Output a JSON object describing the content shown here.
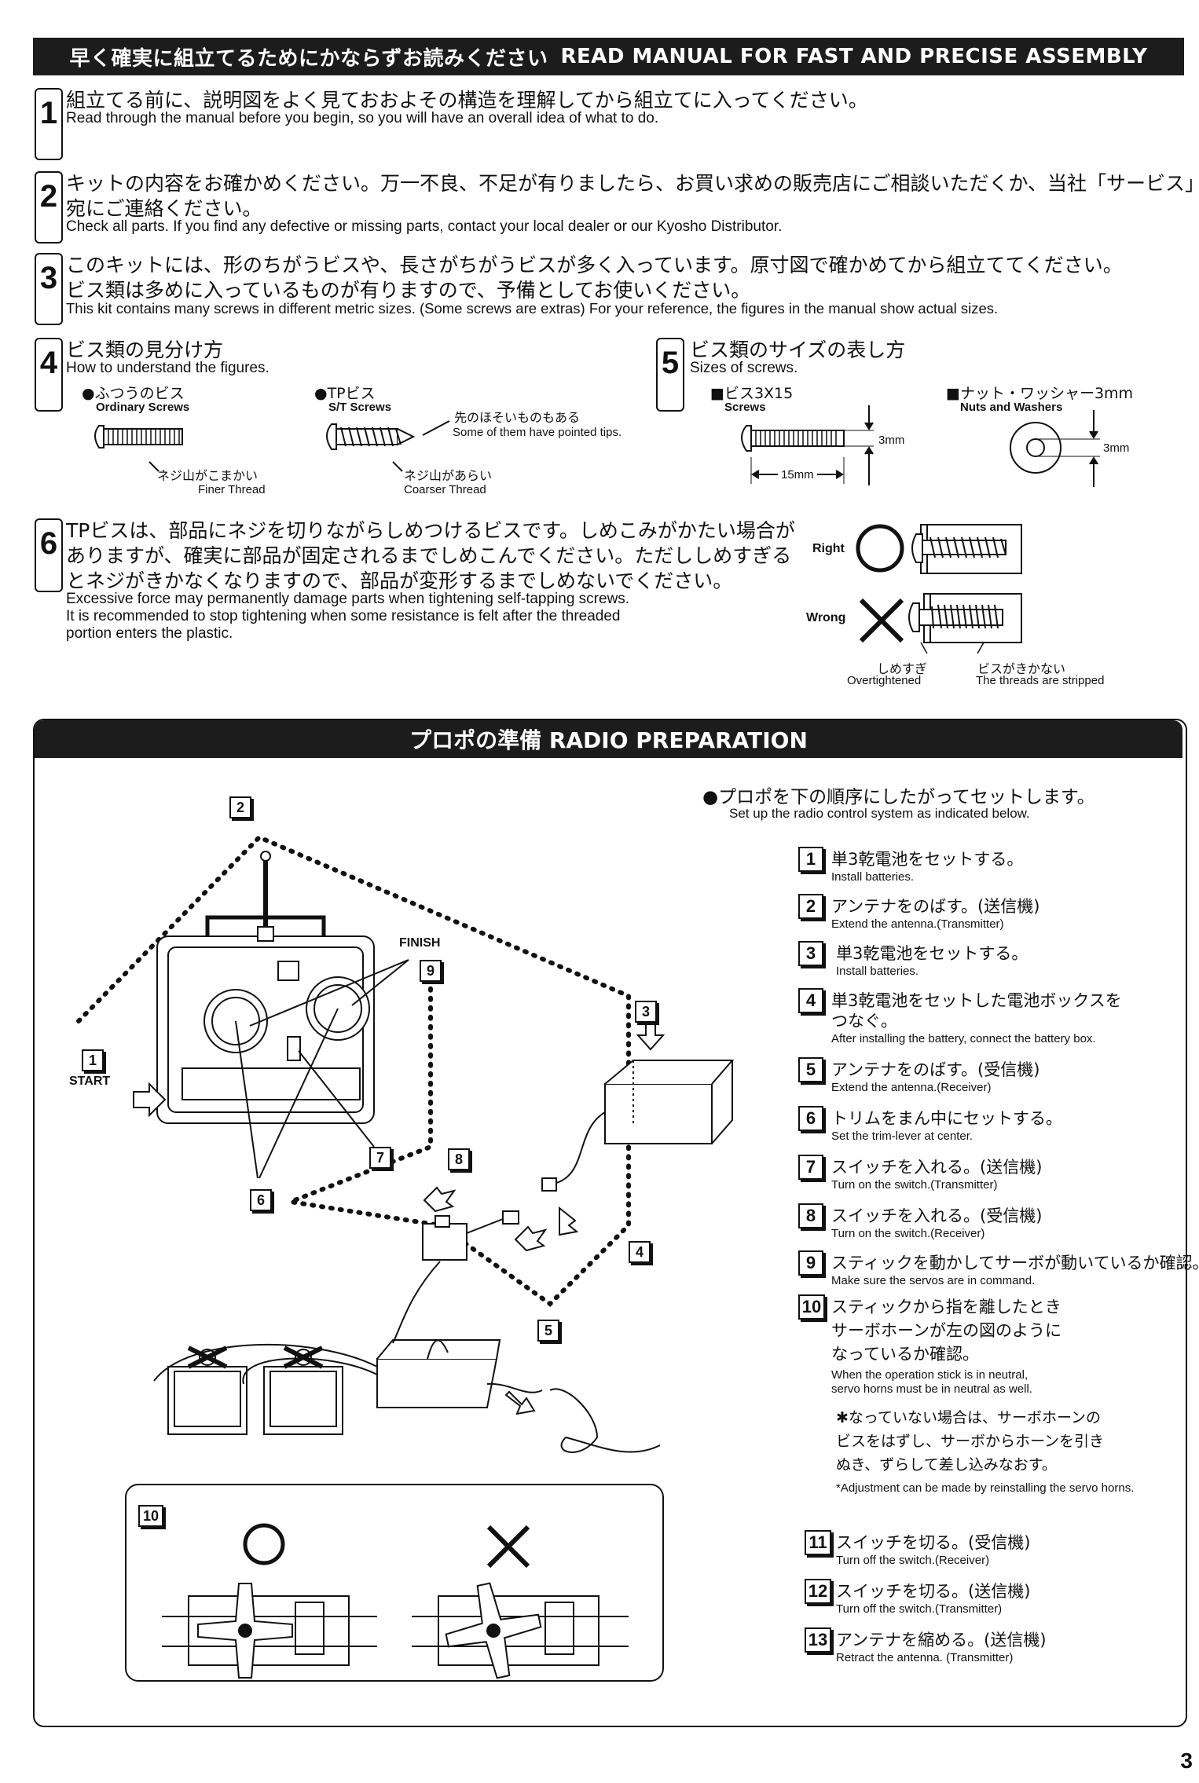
{
  "header": {
    "jp": "早く確実に組立てるためにかならずお読みください",
    "en": "READ MANUAL FOR FAST AND PRECISE ASSEMBLY"
  },
  "intro_items": [
    {
      "num": "1",
      "jp": [
        "組立てる前に、説明図をよく見ておおよその構造を理解してから組立てに入ってください。"
      ],
      "en": [
        "Read through the manual before you begin, so you will have an overall idea of what to do."
      ]
    },
    {
      "num": "2",
      "jp": [
        "キットの内容をお確かめください。万一不良、不足が有りましたら、お買い求めの販売店にご相談いただくか、当社「サービス」",
        "宛にご連絡ください。"
      ],
      "en": [
        "Check all parts. If you find any defective or missing parts, contact your local dealer or our Kyosho Distributor."
      ]
    },
    {
      "num": "3",
      "jp": [
        "このキットには、形のちがうビスや、長さがちがうビスが多く入っています。原寸図で確かめてから組立ててください。",
        "ビス類は多めに入っているものが有りますので、予備としてお使いください。"
      ],
      "en": [
        "This kit contains many screws in different metric sizes. (Some screws are extras) For your reference, the figures in the manual show actual sizes."
      ]
    }
  ],
  "item4": {
    "num": "4",
    "jp": "ビス類の見分け方",
    "en": "How to understand the figures.",
    "ordinary_jp": "●ふつうのビス",
    "ordinary_en": "Ordinary Screws",
    "st_jp": "●TPビス",
    "st_en": "S/T Screws",
    "tip_jp": "先のほそいものもある",
    "tip_en": "Some of them have pointed tips.",
    "fine_jp": "ネジ山がこまかい",
    "fine_en": "Finer Thread",
    "coarse_jp": "ネジ山があらい",
    "coarse_en": "Coarser Thread"
  },
  "item5": {
    "num": "5",
    "jp": "ビス類のサイズの表し方",
    "en": "Sizes of screws.",
    "screw_jp": "■ビス3X15",
    "screw_en": "Screws",
    "nut_jp": "■ナット・ワッシャー3mm",
    "nut_en": "Nuts and Washers",
    "dim_3mm": "3mm",
    "dim_15mm": "15mm",
    "dim_3mm_b": "3mm"
  },
  "item6": {
    "num": "6",
    "jp": [
      "TPビスは、部品にネジを切りながらしめつけるビスです。しめこみがかたい場合が",
      "ありますが、確実に部品が固定されるまでしめこんでください。ただししめすぎる",
      "とネジがきかなくなりますので、部品が変形するまでしめないでください。"
    ],
    "en": [
      "Excessive force may permanently damage parts  when tightening self-tapping screws.",
      "It is recommended to stop tightening when some resistance is felt after the threaded",
      "portion enters the plastic."
    ],
    "right": "Right",
    "wrong": "Wrong",
    "over_jp": "しめすぎ",
    "over_en": "Overtightened",
    "strip_jp": "ビスがきかない",
    "strip_en": "The threads are stripped"
  },
  "radio": {
    "title": "プロポの準備 RADIO PREPARATION",
    "intro_jp": "●プロポを下の順序にしたがってセットします。",
    "intro_en": "Set up the radio control system as indicated below.",
    "start": "START",
    "finish": "FINISH",
    "steps": [
      {
        "n": "1",
        "jp": [
          "単3乾電池をセットする。"
        ],
        "en": [
          "Install batteries."
        ]
      },
      {
        "n": "2",
        "jp": [
          "アンテナをのばす。(送信機)"
        ],
        "en": [
          "Extend the antenna.(Transmitter)"
        ]
      },
      {
        "n": "3",
        "jp": [
          "単3乾電池をセットする。"
        ],
        "en": [
          "Install batteries."
        ]
      },
      {
        "n": "4",
        "jp": [
          "単3乾電池をセットした電池ボックスを",
          "つなぐ。"
        ],
        "en": [
          "After installing the battery, connect the battery box."
        ]
      },
      {
        "n": "5",
        "jp": [
          "アンテナをのばす。(受信機)"
        ],
        "en": [
          "Extend the antenna.(Receiver)"
        ]
      },
      {
        "n": "6",
        "jp": [
          "トリムをまん中にセットする。"
        ],
        "en": [
          "Set the trim-lever at center."
        ]
      },
      {
        "n": "7",
        "jp": [
          "スイッチを入れる。(送信機)"
        ],
        "en": [
          "Turn on the switch.(Transmitter)"
        ]
      },
      {
        "n": "8",
        "jp": [
          "スイッチを入れる。(受信機)"
        ],
        "en": [
          "Turn on the switch.(Receiver)"
        ]
      },
      {
        "n": "9",
        "jp": [
          "スティックを動かしてサーボが動いているか確認。"
        ],
        "en": [
          "Make sure the servos are in command."
        ]
      },
      {
        "n": "10",
        "jp": [
          "スティックから指を離したとき",
          "サーボホーンが左の図のように",
          "なっているか確認。"
        ],
        "en": [
          "When the operation stick is in neutral,",
          "servo horns must be in neutral as well."
        ]
      },
      {
        "n": "11",
        "jp": [
          "スイッチを切る。(受信機)"
        ],
        "en": [
          "Turn off the switch.(Receiver)"
        ]
      },
      {
        "n": "12",
        "jp": [
          "スイッチを切る。(送信機)"
        ],
        "en": [
          "Turn off the switch.(Transmitter)"
        ]
      },
      {
        "n": "13",
        "jp": [
          "アンテナを縮める。(送信機)"
        ],
        "en": [
          "Retract the antenna. (Transmitter)"
        ]
      }
    ],
    "note_jp": [
      "✱なっていない場合は、サーボホーンの",
      "ビスをはずし、サーボからホーンを引き",
      "ぬき、ずらして差し込みなおす。"
    ],
    "note_en": "*Adjustment can be made by reinstalling the servo horns.",
    "inset_label": "10"
  },
  "page_number": "3"
}
